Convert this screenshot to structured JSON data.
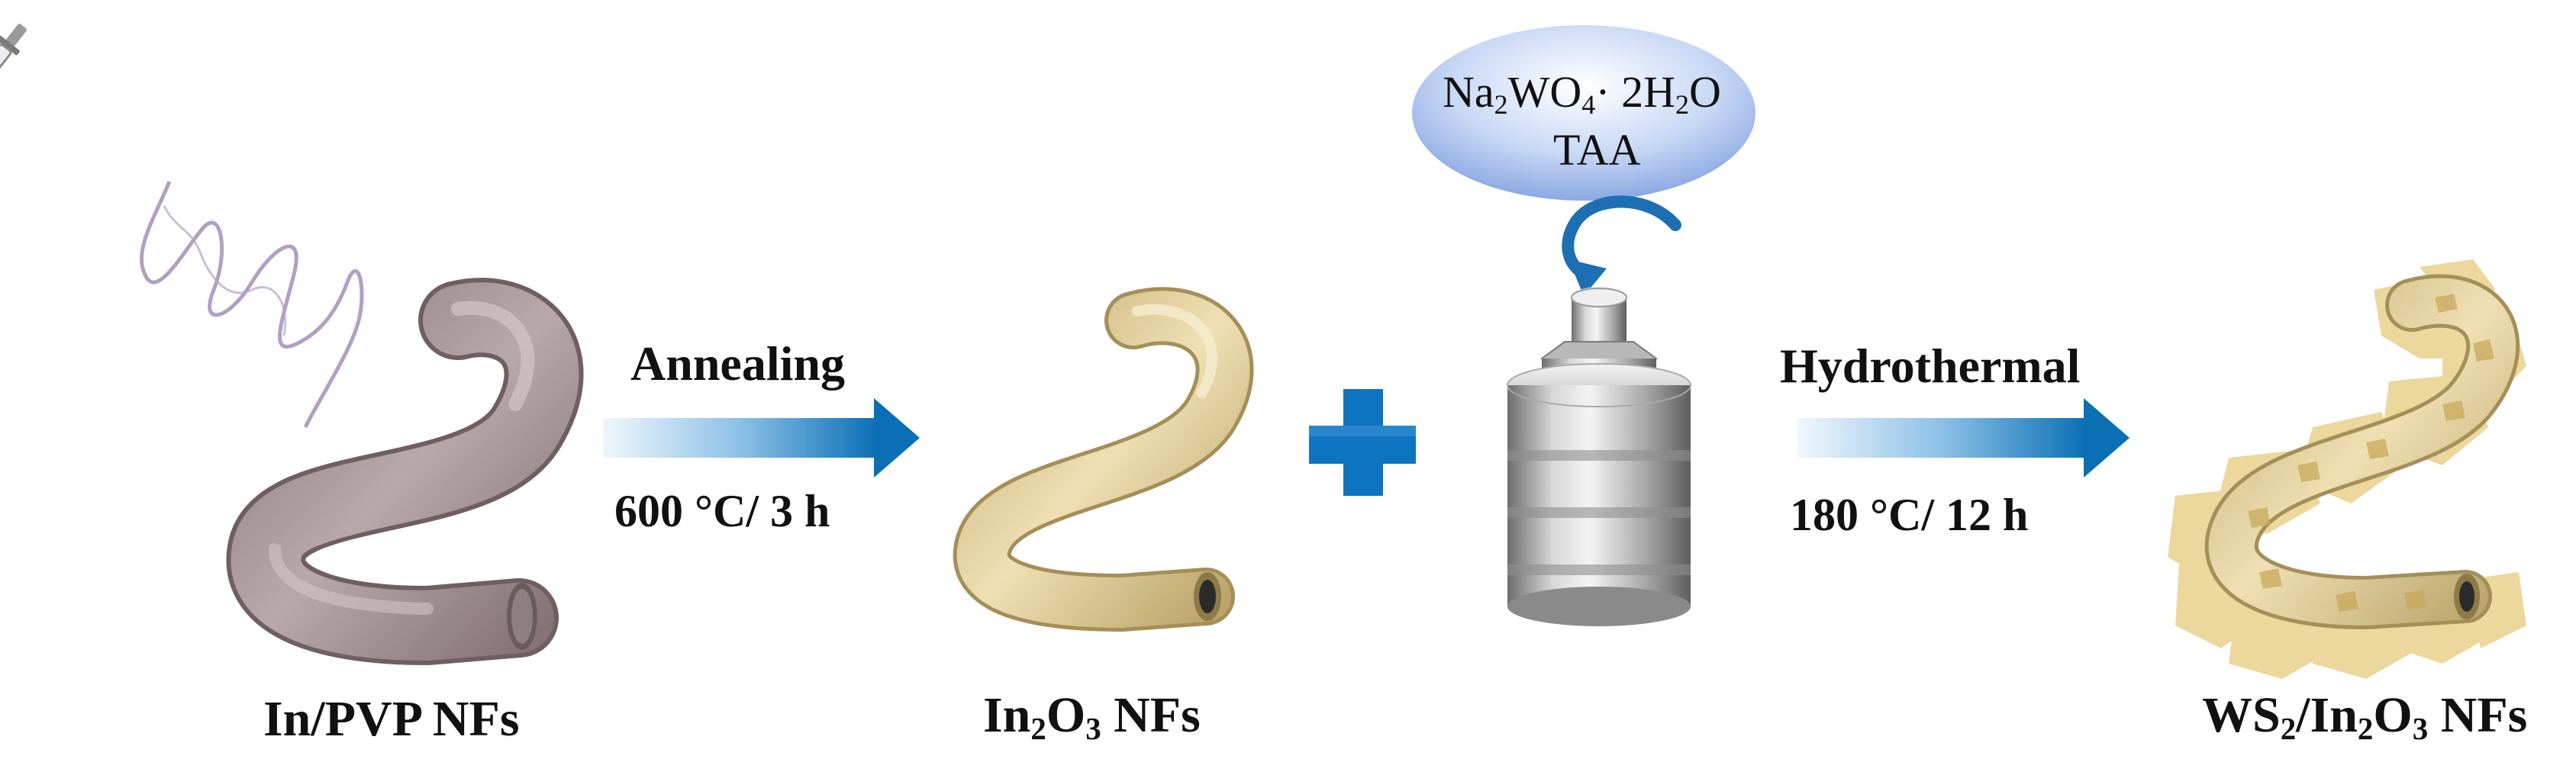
{
  "steps": {
    "annealing": {
      "label": "Annealing",
      "condition": "600 °C/ 3 h"
    },
    "hydrothermal": {
      "label": "Hydrothermal",
      "condition": "180 °C/ 12 h"
    }
  },
  "reagents": {
    "line1": {
      "a": "Na",
      "b": "2",
      "c": "WO",
      "d": "4",
      "e": "· 2H",
      "f": "2",
      "g": "O"
    },
    "line2": "TAA"
  },
  "products": {
    "in_pvp": "In/PVP NFs",
    "in2o3": {
      "a": "In",
      "b": "2",
      "c": "O",
      "d": "3",
      "e": " NFs"
    },
    "ws2_in2o3": {
      "a": "WS",
      "b": "2",
      "c": "/In",
      "d": "2",
      "e": "O",
      "f": "3",
      "g": " NFs"
    }
  },
  "colors": {
    "arrow_start": "#e6f2fb",
    "arrow_end": "#0a6fb5",
    "plus": "#0d74c2",
    "pvp_fiber": "#a9979a",
    "in2o3_fiber": "#e2cf9a",
    "ws2_flakes": "#e4cb80",
    "bubble": "#9cb8ea",
    "autoclave": "#9a9a9a"
  },
  "icons": [
    "syringe-icon",
    "autoclave-icon",
    "plus-icon",
    "curved-arrow-icon"
  ]
}
